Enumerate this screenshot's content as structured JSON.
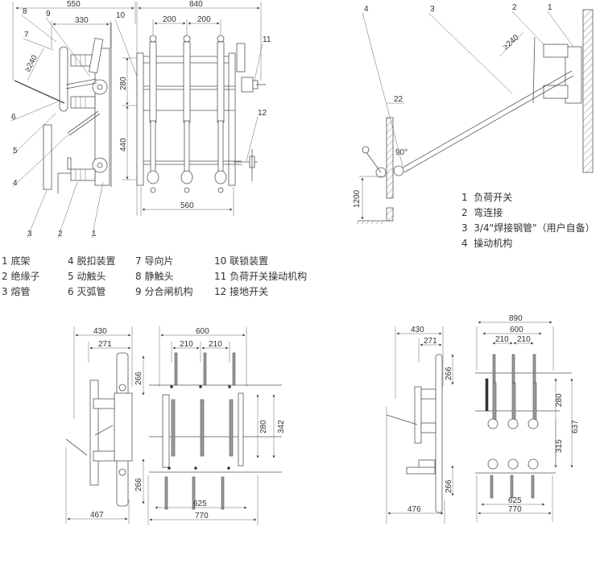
{
  "figure_top_left": {
    "title": "Side and front view with callouts",
    "dimensions": {
      "overall_side_width": "550",
      "side_inner_width": "330",
      "overall_front_width": "840",
      "phase_spacing_1": "200",
      "phase_spacing_2": "200",
      "upper_height": "280",
      "lower_height": "440",
      "base_width": "560",
      "handle_clearance": "≥240"
    },
    "callouts": [
      "1",
      "2",
      "3",
      "4",
      "5",
      "6",
      "7",
      "8",
      "9",
      "10",
      "11",
      "12"
    ]
  },
  "legend_top_left": {
    "columns": [
      [
        {
          "num": "1",
          "text": "底架"
        },
        {
          "num": "2",
          "text": "绝缘子"
        },
        {
          "num": "3",
          "text": "熔管"
        }
      ],
      [
        {
          "num": "4",
          "text": "脱扣装置"
        },
        {
          "num": "5",
          "text": "动触头"
        },
        {
          "num": "6",
          "text": "灭弧管"
        }
      ],
      [
        {
          "num": "7",
          "text": "导向片"
        },
        {
          "num": "8",
          "text": "静触头"
        },
        {
          "num": "9",
          "text": "分合闸机构"
        }
      ],
      [
        {
          "num": "10",
          "text": "联锁装置"
        },
        {
          "num": "11",
          "text": "负荷开关操动机构"
        },
        {
          "num": "12",
          "text": "接地开关"
        }
      ]
    ]
  },
  "figure_top_right": {
    "title": "Installation diagram",
    "dimensions": {
      "handle_clearance": "≥240",
      "wall_thickness": "22",
      "angle": "90°",
      "mount_height": "1200"
    },
    "callouts": [
      "1",
      "2",
      "3",
      "4"
    ],
    "legend": [
      {
        "num": "1",
        "text": "负荷开关"
      },
      {
        "num": "2",
        "text": "弯连接"
      },
      {
        "num": "3",
        "text": "3/4\"焊接钢管\"（用户自备）"
      },
      {
        "num": "4",
        "text": "操动机构"
      }
    ]
  },
  "figure_bottom_left": {
    "dimensions": {
      "side_width": "430",
      "side_inner": "271",
      "upper_offset": "266",
      "lower_offset": "266",
      "side_base": "467",
      "front_width": "600",
      "phase_spacing_1": "210",
      "phase_spacing_2": "210",
      "inner_height": "280",
      "outer_height": "342",
      "base_inner": "625",
      "base_outer": "770"
    }
  },
  "figure_bottom_right": {
    "dimensions": {
      "side_width": "430",
      "side_inner": "271",
      "upper_offset": "266",
      "lower_offset": "266",
      "side_base": "476",
      "front_overall": "890",
      "front_width": "600",
      "phase_spacing_1": "210",
      "phase_spacing_2": "210",
      "inner_height": "280",
      "lower_height": "315",
      "overall_height": "637",
      "base_inner": "625",
      "base_outer": "770"
    }
  }
}
